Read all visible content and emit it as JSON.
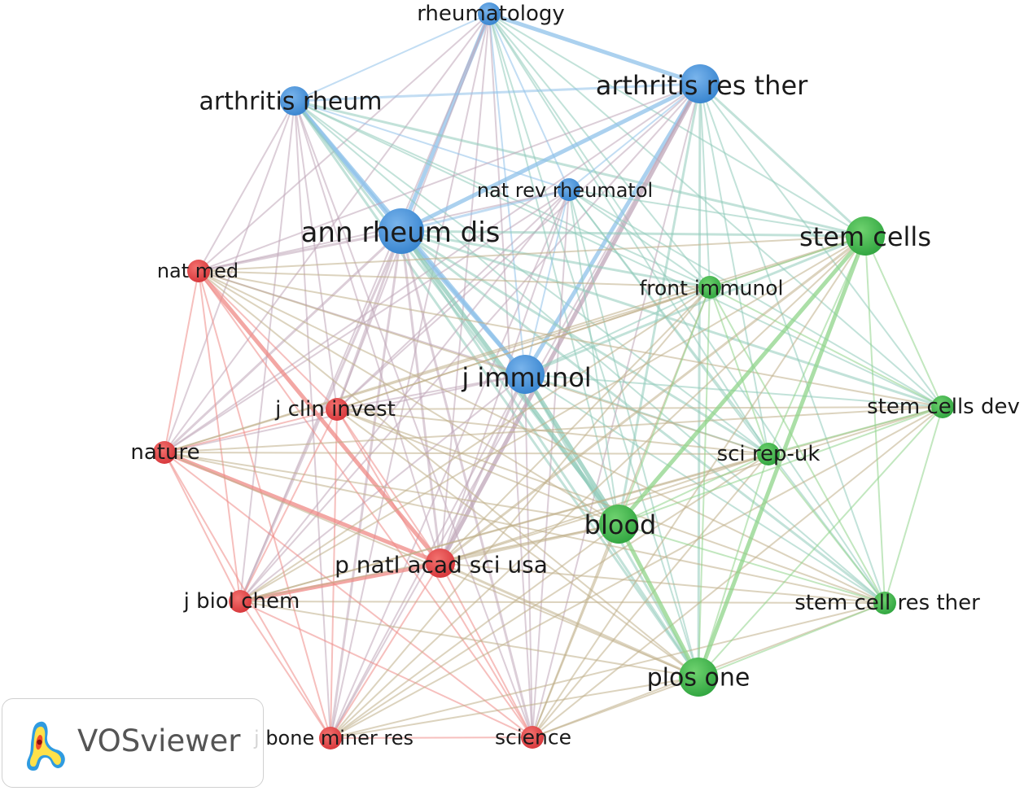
{
  "colors": {
    "cluster_red": "#e8474b",
    "cluster_green": "#3fb84c",
    "cluster_blue": "#3f8fd9",
    "edge_red": "#ef8a86",
    "edge_green": "#8fd48a",
    "edge_blue": "#8fc1ea",
    "label": "#1a1a1a"
  },
  "nodes": [
    {
      "id": "rheumatology",
      "label": "rheumatology",
      "cluster": "blue",
      "weight": 2
    },
    {
      "id": "arthritis_rheum",
      "label": "arthritis rheum",
      "cluster": "blue",
      "weight": 3
    },
    {
      "id": "arthritis_res_ther",
      "label": "arthritis res ther",
      "cluster": "blue",
      "weight": 4
    },
    {
      "id": "nat_rev_rheumatol",
      "label": "nat rev rheumatol",
      "cluster": "blue",
      "weight": 2
    },
    {
      "id": "ann_rheum_dis",
      "label": "ann rheum dis",
      "cluster": "blue",
      "weight": 5
    },
    {
      "id": "j_immunol",
      "label": "j immunol",
      "cluster": "blue",
      "weight": 4
    },
    {
      "id": "nat_med",
      "label": "nat med",
      "cluster": "red",
      "weight": 2
    },
    {
      "id": "j_clin_invest",
      "label": "j clin invest",
      "cluster": "red",
      "weight": 2
    },
    {
      "id": "nature",
      "label": "nature",
      "cluster": "red",
      "weight": 2
    },
    {
      "id": "p_natl_acad_sci_usa",
      "label": "p natl acad sci usa",
      "cluster": "red",
      "weight": 3
    },
    {
      "id": "j_biol_chem",
      "label": "j biol chem",
      "cluster": "red",
      "weight": 2
    },
    {
      "id": "j_bone_miner_res",
      "label": "j bone miner res",
      "cluster": "red",
      "weight": 2
    },
    {
      "id": "science",
      "label": "science",
      "cluster": "red",
      "weight": 2
    },
    {
      "id": "stem_cells",
      "label": "stem cells",
      "cluster": "green",
      "weight": 4
    },
    {
      "id": "front_immunol",
      "label": "front immunol",
      "cluster": "green",
      "weight": 2
    },
    {
      "id": "stem_cells_dev",
      "label": "stem cells dev",
      "cluster": "green",
      "weight": 2
    },
    {
      "id": "sci_rep_uk",
      "label": "sci rep-uk",
      "cluster": "green",
      "weight": 2
    },
    {
      "id": "blood",
      "label": "blood",
      "cluster": "green",
      "weight": 4
    },
    {
      "id": "stem_cell_res_ther",
      "label": "stem cell res ther",
      "cluster": "green",
      "weight": 2
    },
    {
      "id": "plos_one",
      "label": "plos one",
      "cluster": "green",
      "weight": 4
    }
  ],
  "strong_links": [
    [
      "ann_rheum_dis",
      "j_immunol"
    ],
    [
      "ann_rheum_dis",
      "arthritis_rheum"
    ],
    [
      "ann_rheum_dis",
      "rheumatology"
    ],
    [
      "ann_rheum_dis",
      "arthritis_res_ther"
    ],
    [
      "arthritis_rheum",
      "j_immunol"
    ],
    [
      "arthritis_res_ther",
      "j_immunol"
    ],
    [
      "arthritis_res_ther",
      "p_natl_acad_sci_usa"
    ],
    [
      "j_immunol",
      "blood"
    ],
    [
      "ann_rheum_dis",
      "blood"
    ],
    [
      "stem_cells",
      "plos_one"
    ],
    [
      "stem_cells",
      "blood"
    ],
    [
      "nature",
      "p_natl_acad_sci_usa"
    ],
    [
      "j_biol_chem",
      "p_natl_acad_sci_usa"
    ],
    [
      "nat_med",
      "p_natl_acad_sci_usa"
    ],
    [
      "blood",
      "plos_one"
    ],
    [
      "rheumatology",
      "arthritis_res_ther"
    ]
  ],
  "watermark": {
    "text": "VOSviewer"
  }
}
